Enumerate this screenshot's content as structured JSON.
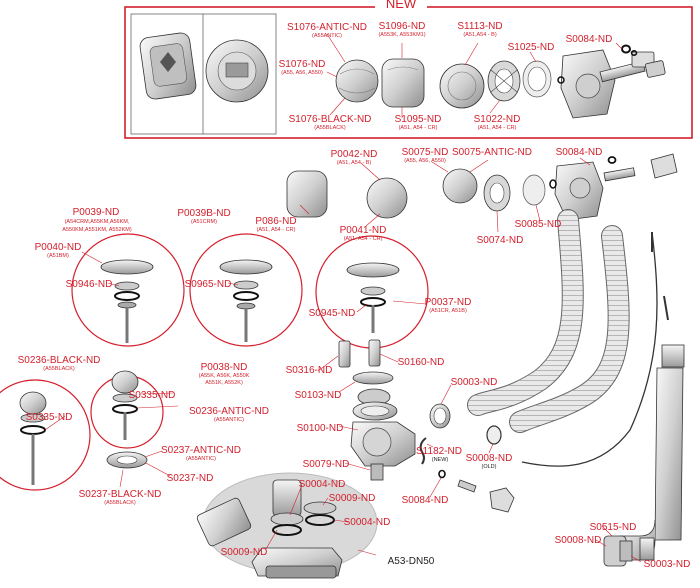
{
  "header": {
    "new_label": "NEW"
  },
  "labels": {
    "S1076_ANTIC": {
      "code": "S1076-ANTIC-ND",
      "sub": "(A55ANTIC)"
    },
    "S1096": {
      "code": "S1096-ND",
      "sub": "(A553K, A553KM1)"
    },
    "S1113": {
      "code": "S1113-ND",
      "sub": "(A51,A54 - B)"
    },
    "S1025": {
      "code": "S1025-ND"
    },
    "S0084_top": {
      "code": "S0084-ND"
    },
    "S1076": {
      "code": "S1076-ND",
      "sub": "(A55, A56, A550)"
    },
    "S1076_BLACK": {
      "code": "S1076-BLACK-ND",
      "sub": "(A55BLACK)"
    },
    "S1095": {
      "code": "S1095-ND",
      "sub": "(A51, A54 - CR)"
    },
    "S1022": {
      "code": "S1022-ND",
      "sub": "(A51, A54 - CR)"
    },
    "P0042": {
      "code": "P0042-ND",
      "sub": "(A51, A54 - B)"
    },
    "S0075": {
      "code": "S0075-ND",
      "sub": "(A55, A56, A550)"
    },
    "S0075_ANTIC": {
      "code": "S0075-ANTIC-ND"
    },
    "S0084_mid": {
      "code": "S0084-ND"
    },
    "P0039": {
      "code": "P0039-ND",
      "sub1": "(A54CRM,A55KM,A56KM,",
      "sub2": "A550KM,A551KM, A552KM)"
    },
    "P0039B": {
      "code": "P0039B-ND",
      "sub": "(A51CRM)"
    },
    "P086": {
      "code": "P086-ND",
      "sub": "(A51, A54 - CR)"
    },
    "P0041": {
      "code": "P0041-ND",
      "sub": "(A51, A54 - CR)"
    },
    "S0085": {
      "code": "S0085-ND"
    },
    "S0074": {
      "code": "S0074-ND"
    },
    "P0040": {
      "code": "P0040-ND",
      "sub": "(A51BM)"
    },
    "S0946": {
      "code": "S0946-ND"
    },
    "S0965": {
      "code": "S0965-ND"
    },
    "S0945": {
      "code": "S0945-ND"
    },
    "P0037": {
      "code": "P0037-ND",
      "sub": "(A51CR, A51B)"
    },
    "S0236_BLACK": {
      "code": "S0236-BLACK-ND",
      "sub": "(A55BLACK)"
    },
    "P0038": {
      "code": "P0038-ND",
      "sub1": "(A55K, A56K, A550K",
      "sub2": "A551K, A552K)"
    },
    "S0316": {
      "code": "S0316-ND"
    },
    "S0160": {
      "code": "S0160-ND"
    },
    "S0335_left": {
      "code": "S0335-ND"
    },
    "S0335_mid": {
      "code": "S0335-ND"
    },
    "S0103": {
      "code": "S0103-ND"
    },
    "S0003_top": {
      "code": "S0003-ND"
    },
    "S0236_ANTIC": {
      "code": "S0236-ANTIC-ND",
      "sub": "(A55ANTIC)"
    },
    "S0100": {
      "code": "S0100-ND"
    },
    "S1182": {
      "code": "S1182-ND",
      "sub": "(NEW)"
    },
    "S0008_old": {
      "code": "S0008-ND",
      "sub": "(OLD)"
    },
    "S0237_ANTIC": {
      "code": "S0237-ANTIC-ND",
      "sub": "(A55ANTIC)"
    },
    "S0079": {
      "code": "S0079-ND"
    },
    "S0237": {
      "code": "S0237-ND"
    },
    "S0237_BLACK": {
      "code": "S0237-BLACK-ND",
      "sub": "(A55BLACK)"
    },
    "S0004_a": {
      "code": "S0004-ND"
    },
    "S0009_a": {
      "code": "S0009-ND"
    },
    "S0084_bot": {
      "code": "S0084-ND"
    },
    "S0004_b": {
      "code": "S0004-ND"
    },
    "S0515": {
      "code": "S0515-ND"
    },
    "S0009_b": {
      "code": "S0009-ND"
    },
    "S0008_bot": {
      "code": "S0008-ND"
    },
    "A53": {
      "code": "A53-DN50"
    },
    "S0003_bot": {
      "code": "S0003-ND"
    }
  },
  "colors": {
    "accent": "#d4202c",
    "part_fill": "#e6e6e6",
    "outline": "#333333"
  }
}
